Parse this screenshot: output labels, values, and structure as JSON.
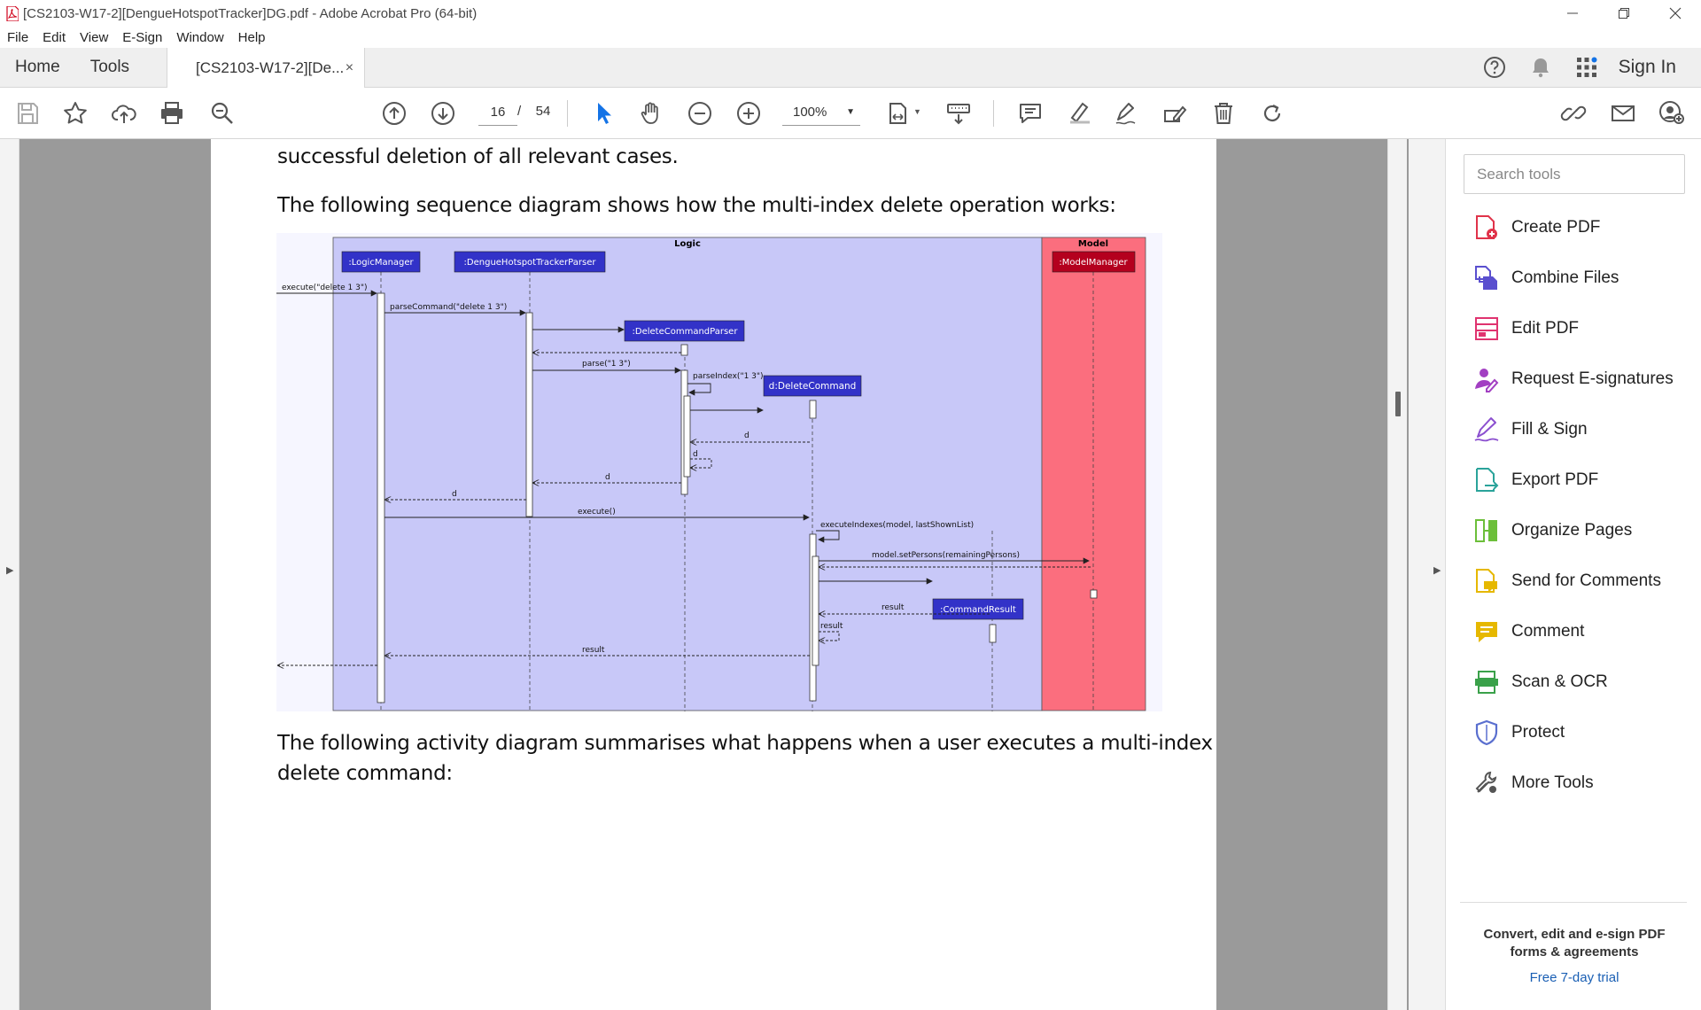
{
  "window": {
    "title": "[CS2103-W17-2][DengueHotspotTracker]DG.pdf - Adobe Acrobat Pro (64-bit)"
  },
  "menu": [
    "File",
    "Edit",
    "View",
    "E-Sign",
    "Window",
    "Help"
  ],
  "tabs": {
    "home": "Home",
    "tools": "Tools",
    "doc_tab": "[CS2103-W17-2][De...",
    "close": "×",
    "sign_in": "Sign In"
  },
  "toolbar": {
    "page_current": "16",
    "page_separator": "/",
    "page_total": "54",
    "zoom": "100%"
  },
  "document": {
    "line1": "successful deletion of all relevant cases.",
    "line2": "The following sequence diagram shows how the multi-index delete operation works:",
    "line3": "The following activity diagram summarises what happens when a user executes a multi-index",
    "line4": "delete command:"
  },
  "diagram": {
    "logic_label": "Logic",
    "model_label": "Model",
    "participants": {
      "logic_manager": ":LogicManager",
      "parser": ":DengueHotspotTrackerParser",
      "delete_parser": ":DeleteCommandParser",
      "delete_command": "d:DeleteCommand",
      "command_result": ":CommandResult",
      "model_manager": ":ModelManager"
    },
    "messages": {
      "execute_delete": "execute(\"delete 1 3\")",
      "parse_command": "parseCommand(\"delete 1 3\")",
      "parse": "parse(\"1 3\")",
      "parse_index": "parseIndex(\"1 3\")",
      "ret_d1": "d",
      "ret_d2": "d",
      "ret_d3": "d",
      "ret_d4": "d",
      "execute": "execute()",
      "execute_indexes": "executeIndexes(model, lastShownList)",
      "set_persons": "model.setPersons(remainingPersons)",
      "ret_result1": "result",
      "ret_result2": "result",
      "ret_result3": "result"
    },
    "colors": {
      "logic_bg": "#c8c8f8",
      "model_bg": "#fb6e7e",
      "logic_box": "#3232c8",
      "model_box": "#b4001e"
    }
  },
  "tools_pane": {
    "search_placeholder": "Search tools",
    "items": [
      {
        "label": "Create PDF",
        "icon": "create-pdf-icon",
        "color": "#e0334a"
      },
      {
        "label": "Combine Files",
        "icon": "combine-files-icon",
        "color": "#5a4fcf"
      },
      {
        "label": "Edit PDF",
        "icon": "edit-pdf-icon",
        "color": "#e0336f"
      },
      {
        "label": "Request E-signatures",
        "icon": "request-esignatures-icon",
        "color": "#a23fc2"
      },
      {
        "label": "Fill & Sign",
        "icon": "fill-sign-icon",
        "color": "#8b4fcf"
      },
      {
        "label": "Export PDF",
        "icon": "export-pdf-icon",
        "color": "#2aa39a"
      },
      {
        "label": "Organize Pages",
        "icon": "organize-pages-icon",
        "color": "#6cbf3a"
      },
      {
        "label": "Send for Comments",
        "icon": "send-for-comments-icon",
        "color": "#e6b800"
      },
      {
        "label": "Comment",
        "icon": "comment-icon",
        "color": "#e6b800"
      },
      {
        "label": "Scan & OCR",
        "icon": "scan-ocr-icon",
        "color": "#3aa14a"
      },
      {
        "label": "Protect",
        "icon": "protect-icon",
        "color": "#5a6fcf"
      },
      {
        "label": "More Tools",
        "icon": "more-tools-icon",
        "color": "#555555"
      }
    ],
    "promo_text": "Convert, edit and e-sign PDF forms & agreements",
    "promo_link": "Free 7-day trial"
  }
}
